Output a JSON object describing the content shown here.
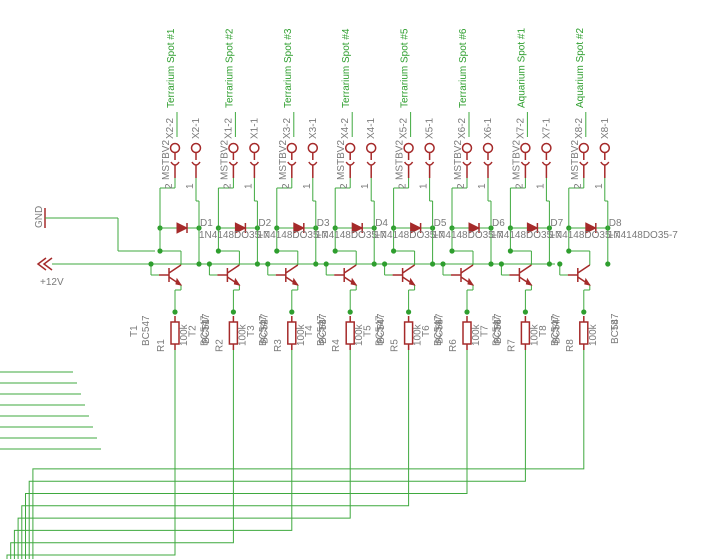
{
  "supply": {
    "gnd": "GND",
    "vcc": "+12V"
  },
  "channels": [
    {
      "net": "Terrarium Spot #1",
      "con": "MSTBV2",
      "pin2": "X2-2",
      "pin1": "X2-1",
      "diode": "D1",
      "diode_val": "1N4148DO35-7",
      "transistor": "T1",
      "transistor_val": "BC547",
      "resistor": "R1",
      "resistor_val": "100k"
    },
    {
      "net": "Terrarium Spot #2",
      "con": "MSTBV2",
      "pin2": "X1-2",
      "pin1": "X1-1",
      "diode": "D2",
      "diode_val": "1N4148DO35-7",
      "transistor": "T2",
      "transistor_val": "BC547",
      "resistor": "R2",
      "resistor_val": "100k"
    },
    {
      "net": "Terrarium Spot #3",
      "con": "MSTBV2",
      "pin2": "X3-2",
      "pin1": "X3-1",
      "diode": "D3",
      "diode_val": "1N4148DO35-7",
      "transistor": "T3",
      "transistor_val": "BC547",
      "resistor": "R3",
      "resistor_val": "100k"
    },
    {
      "net": "Terrarium Spot #4",
      "con": "MSTBV2",
      "pin2": "X4-2",
      "pin1": "X4-1",
      "diode": "D4",
      "diode_val": "1N4148DO35-7",
      "transistor": "T4",
      "transistor_val": "BC547",
      "resistor": "R4",
      "resistor_val": "100k"
    },
    {
      "net": "Terrarium Spot #5",
      "con": "MSTBV2",
      "pin2": "X5-2",
      "pin1": "X5-1",
      "diode": "D5",
      "diode_val": "1N4148DO35-7",
      "transistor": "T5",
      "transistor_val": "BC547",
      "resistor": "R5",
      "resistor_val": "100k"
    },
    {
      "net": "Terrarium Spot #6",
      "con": "MSTBV2",
      "pin2": "X6-2",
      "pin1": "X6-1",
      "diode": "D6",
      "diode_val": "1N4148DO35-7",
      "transistor": "T6",
      "transistor_val": "BC547",
      "resistor": "R6",
      "resistor_val": "100k"
    },
    {
      "net": "Aquarium Spot #1",
      "con": "MSTBV2",
      "pin2": "X7-2",
      "pin1": "X7-1",
      "diode": "D7",
      "diode_val": "1N4148DO35-7",
      "transistor": "T7",
      "transistor_val": "BC547",
      "resistor": "R7",
      "resistor_val": "100k"
    },
    {
      "net": "Aquarium Spot #2",
      "con": "MSTBV2",
      "pin2": "X8-2",
      "pin1": "X8-1",
      "diode": "D8",
      "diode_val": "1N4148DO35-7",
      "transistor": "T8",
      "transistor_val": "BC547",
      "resistor": "R8",
      "resistor_val": "100k"
    }
  ],
  "colors": {
    "wire": "#3fa93f",
    "part": "#a52a2a",
    "label": "#7a7a7a",
    "net_label": "#2e9e2e"
  },
  "icons": {
    "gnd": "ground-symbol-icon",
    "vcc": "supply-arrow-icon"
  }
}
